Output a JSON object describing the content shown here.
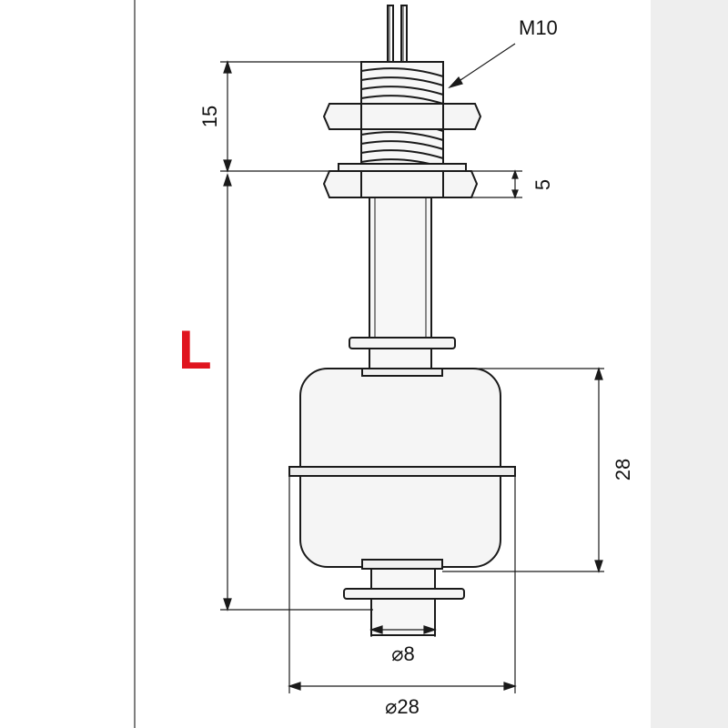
{
  "labels": {
    "thread_spec": "M10",
    "length_symbol": "L",
    "dim_thread_height": "15",
    "dim_nut_height": "5",
    "dim_float_height": "28",
    "dim_stem_diameter": "⌀8",
    "dim_float_diameter": "⌀28"
  },
  "colors": {
    "line": "#1a1a1a",
    "fill_part": "#f5f5f5",
    "side_band": "#eeeeee",
    "length_symbol": "#e0141e"
  }
}
